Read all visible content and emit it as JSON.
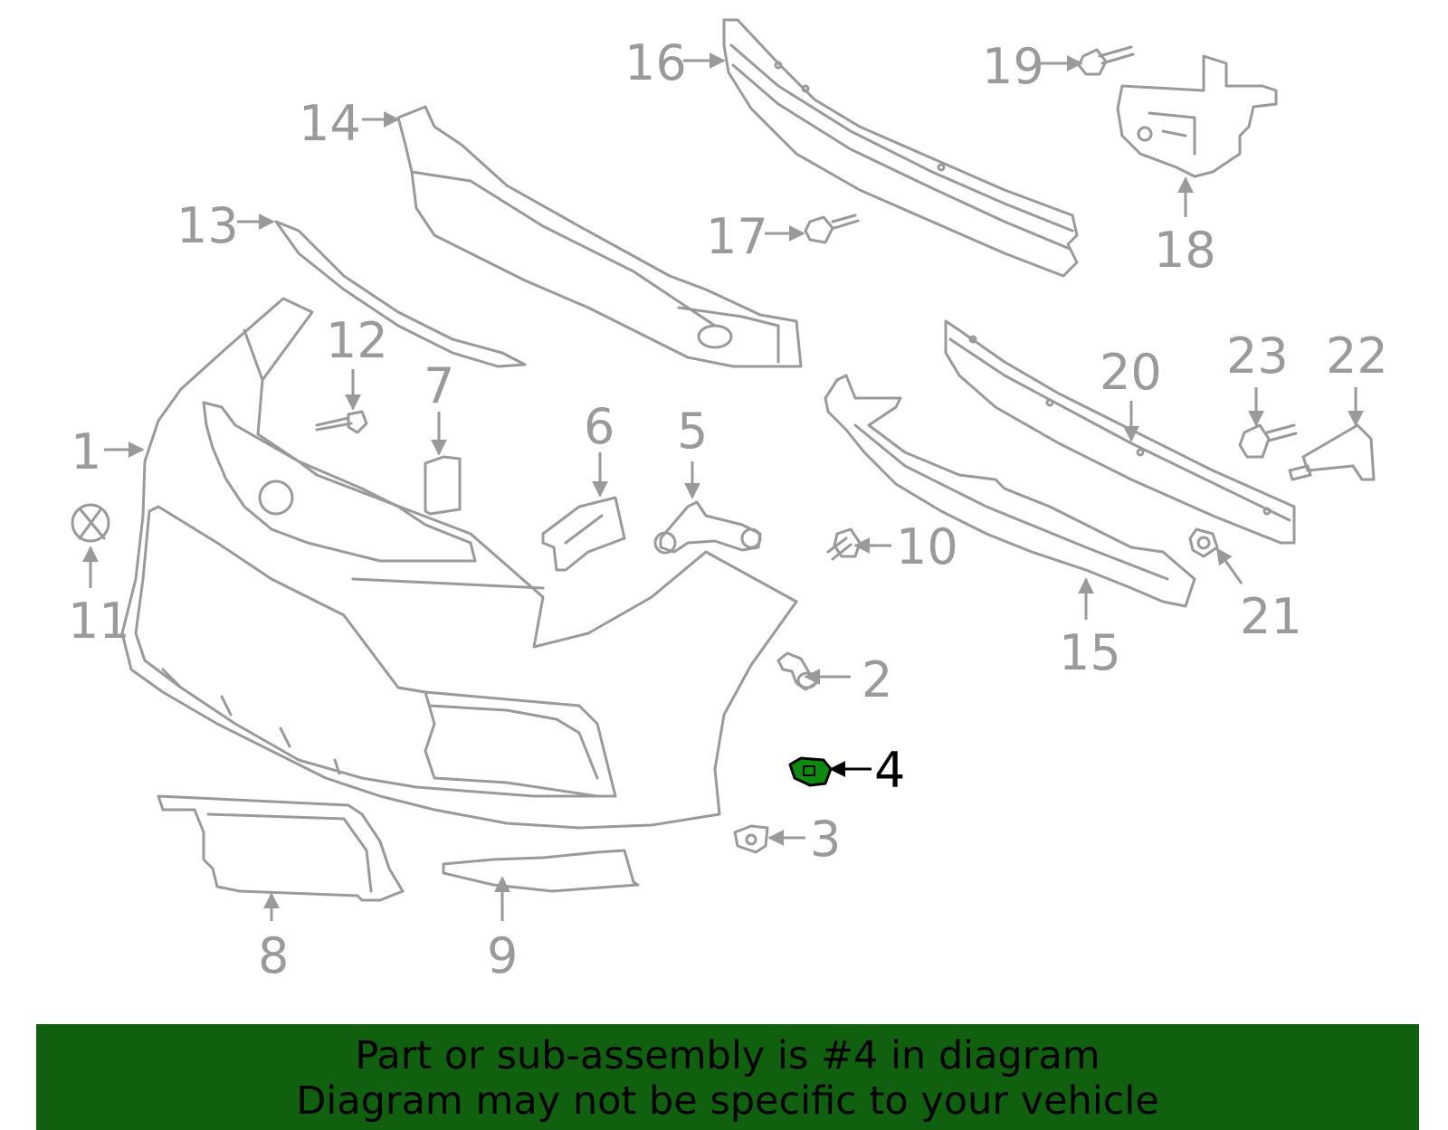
{
  "diagram": {
    "highlight_part": "4",
    "highlight_color": "#0e8a0e",
    "banner_color": "#106010",
    "callouts": [
      "1",
      "2",
      "3",
      "4",
      "5",
      "6",
      "7",
      "8",
      "9",
      "10",
      "11",
      "12",
      "13",
      "14",
      "15",
      "16",
      "17",
      "18",
      "19",
      "20",
      "21",
      "22",
      "23"
    ]
  },
  "banner": {
    "line1": "Part or sub-assembly is #4 in diagram",
    "line2": "Diagram may not be specific to your vehicle"
  }
}
